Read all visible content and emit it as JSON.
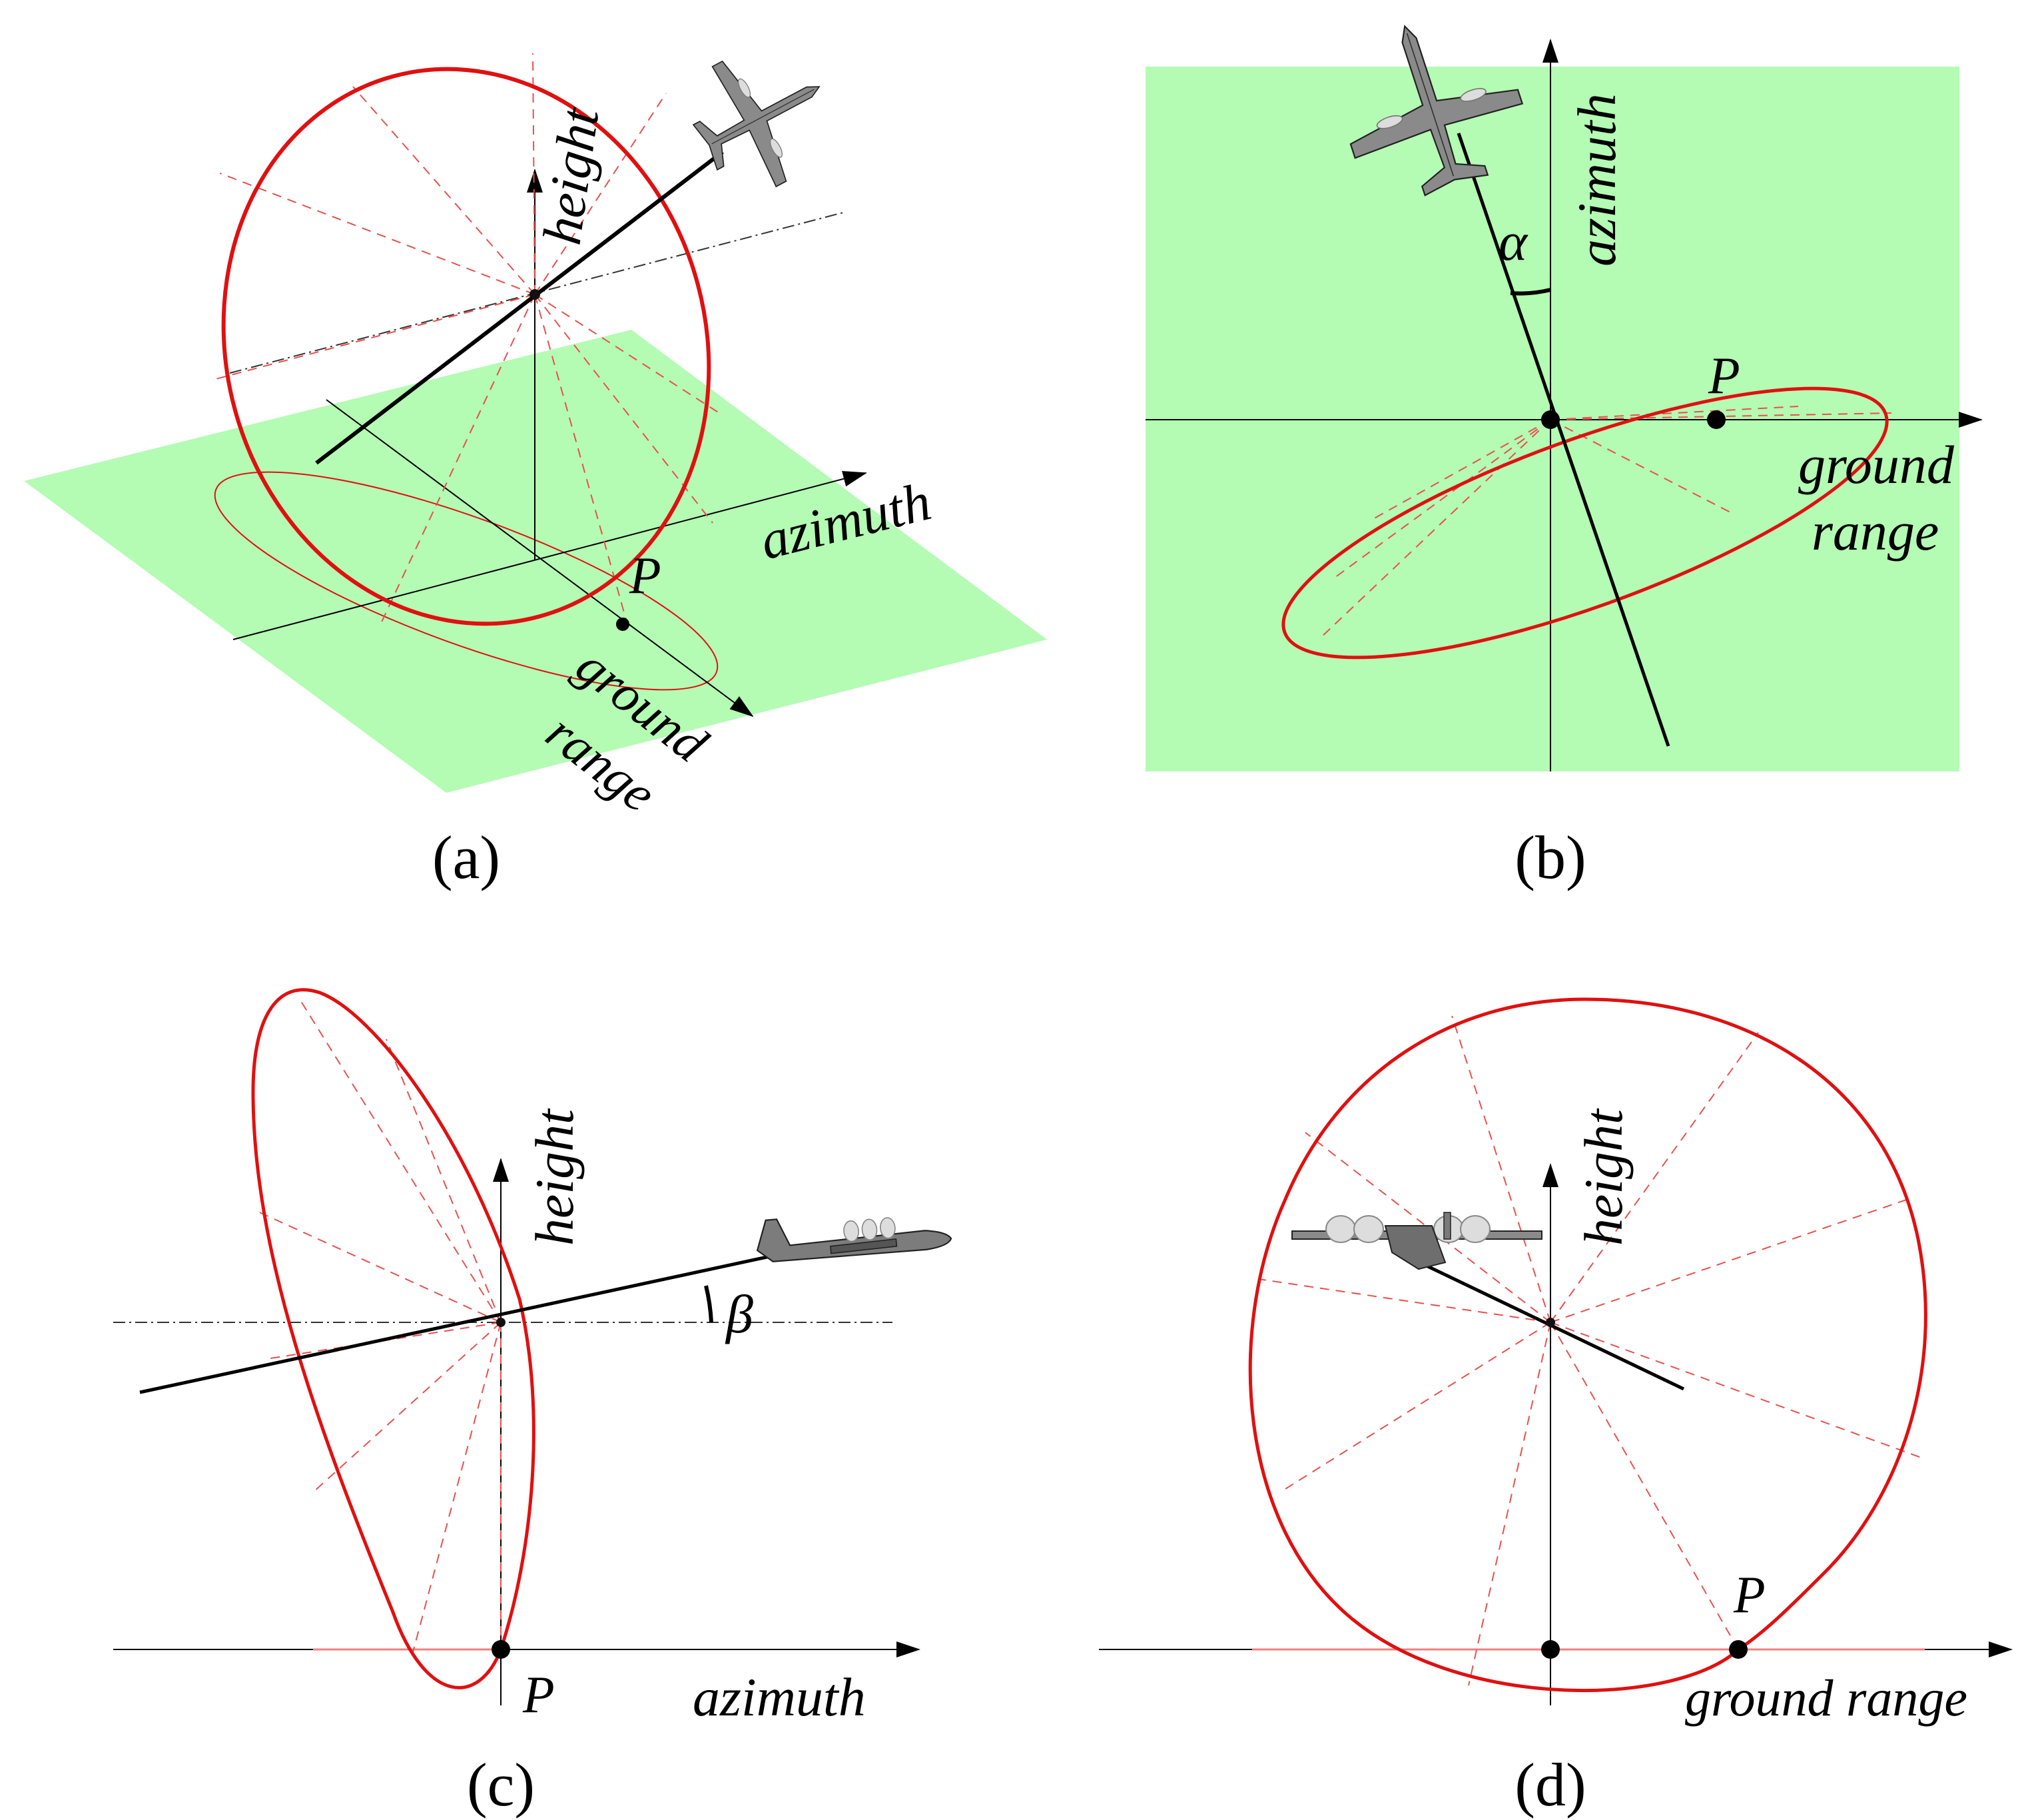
{
  "panels": {
    "a": {
      "caption": "(a)",
      "labels": {
        "height": "height",
        "azimuth": "azimuth",
        "ground": "ground",
        "range": "range",
        "point": "P"
      }
    },
    "b": {
      "caption": "(b)",
      "labels": {
        "azimuth": "azimuth",
        "alpha": "α",
        "point": "P",
        "ground": "ground",
        "range": "range"
      }
    },
    "c": {
      "caption": "(c)",
      "labels": {
        "height": "height",
        "beta": "β",
        "point": "P",
        "azimuth": "azimuth"
      }
    },
    "d": {
      "caption": "(d)",
      "labels": {
        "height": "height",
        "point": "P",
        "ground_range": "ground range"
      }
    }
  },
  "colors": {
    "ellipse": "#e01010",
    "dashed": "#e85050",
    "ground_plane": "#b4fbb4",
    "aircraft": "#808080"
  },
  "icons": [
    "aircraft-icon"
  ]
}
